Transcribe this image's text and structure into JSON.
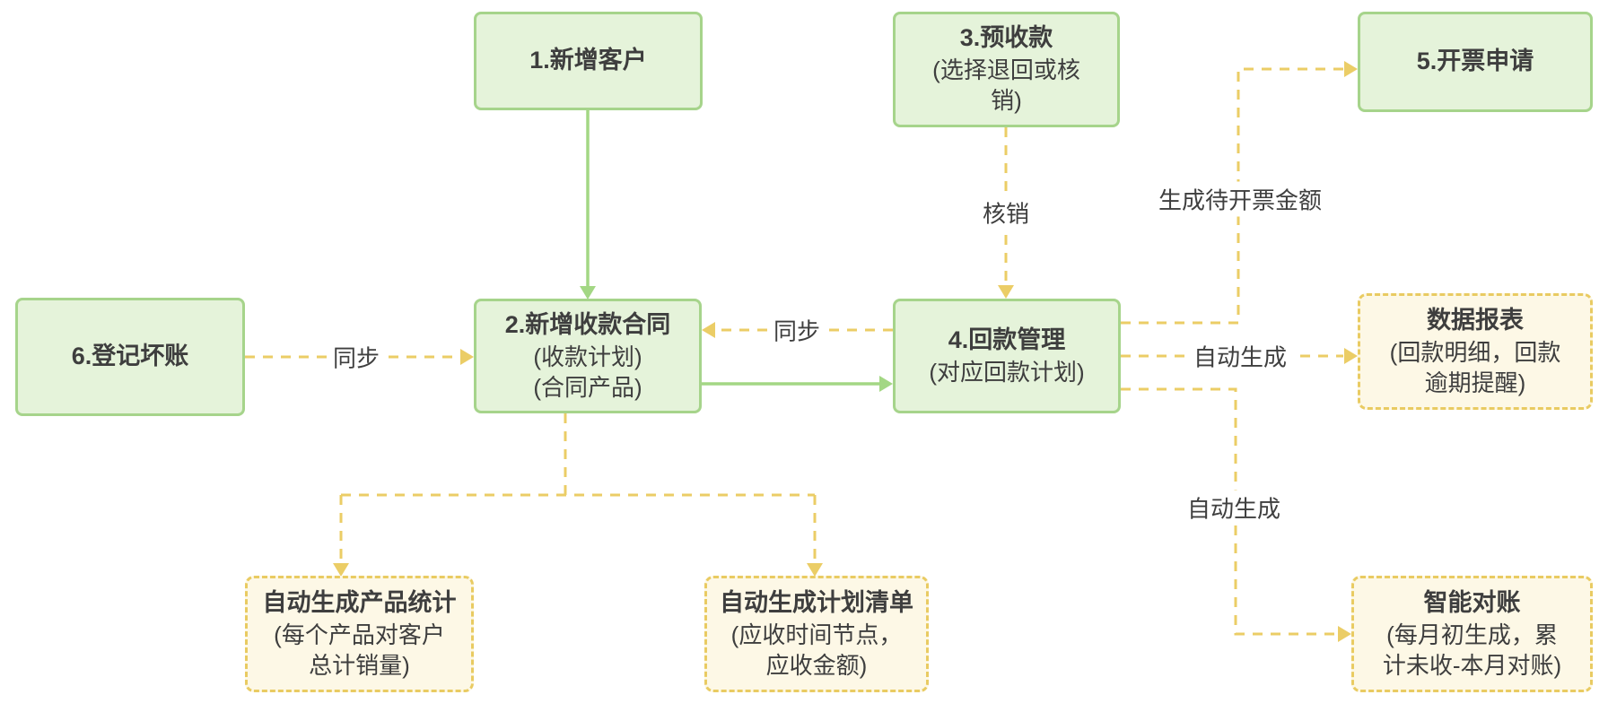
{
  "diagram": {
    "nodes": {
      "add_customer": {
        "title": "1.新增客户"
      },
      "add_contract": {
        "title": "2.新增收款合同",
        "sub": "(收款计划)\n(合同产品)"
      },
      "prepayment": {
        "title": "3.预收款",
        "sub": "(选择退回或核\n销)"
      },
      "payment_mgmt": {
        "title": "4.回款管理",
        "sub": "(对应回款计划)"
      },
      "invoice_request": {
        "title": "5.开票申请"
      },
      "bad_debt": {
        "title": "6.登记坏账"
      },
      "data_report": {
        "title": "数据报表",
        "sub": "(回款明细，回款\n逾期提醒)"
      },
      "product_stats": {
        "title": "自动生成产品统计",
        "sub": "(每个产品对客户\n总计销量)"
      },
      "plan_list": {
        "title": "自动生成计划清单",
        "sub": "(应收时间节点，\n应收金额)"
      },
      "smart_reconcile": {
        "title": "智能对账",
        "sub": "(每月初生成，累\n计未收-本月对账)"
      }
    },
    "edge_labels": {
      "sync_bad_debt": "同步",
      "sync_payment": "同步",
      "verify": "核销",
      "pending_invoice": "生成待开票金额",
      "auto_generate_report": "自动生成",
      "auto_generate_reconcile": "自动生成"
    },
    "colors": {
      "green_fill": "#e5f3da",
      "green_border": "#a6d48b",
      "green_line": "#a3d784",
      "yellow_fill": "#fdf8e6",
      "yellow_border": "#e9cb62",
      "yellow_line": "#ebcd66",
      "text": "#3e3e3e"
    }
  }
}
